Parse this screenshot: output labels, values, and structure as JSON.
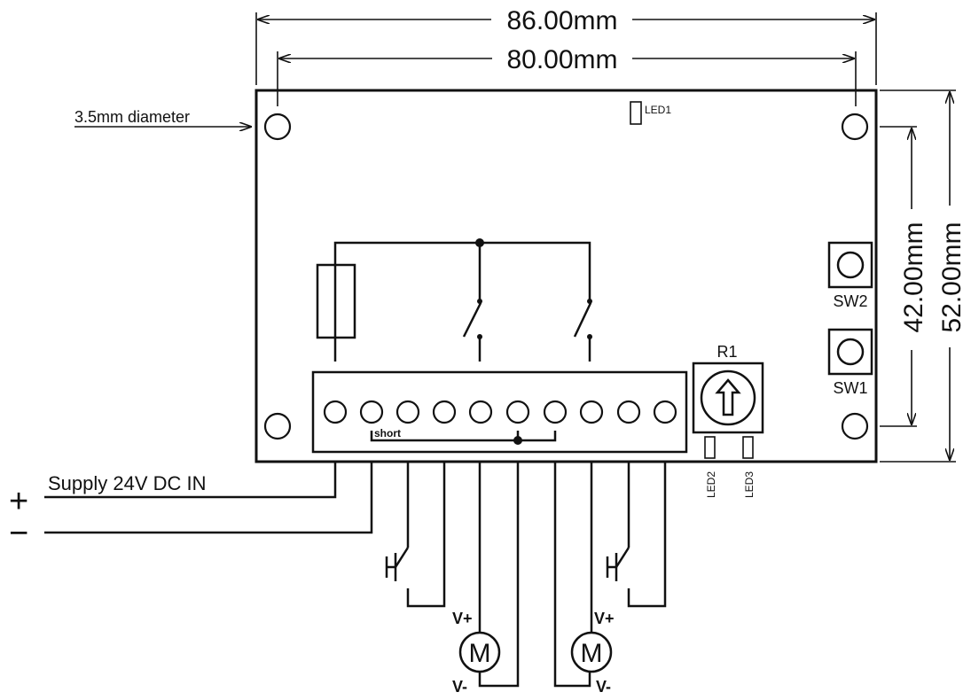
{
  "dimensions": {
    "outer_width": "86.00mm",
    "hole_spacing_width": "80.00mm",
    "hole_spacing_height": "42.00mm",
    "outer_height": "52.00mm"
  },
  "annotations": {
    "hole_diameter": "3.5mm diameter",
    "supply": "Supply 24V DC IN",
    "plus": "+",
    "minus": "−",
    "short": "short"
  },
  "components": {
    "led1": "LED1",
    "led2": "LED2",
    "led3": "LED3",
    "sw1": "SW1",
    "sw2": "SW2",
    "r1": "R1"
  },
  "motors": [
    {
      "symbol": "M",
      "vplus": "V+",
      "vminus": "V-"
    },
    {
      "symbol": "M",
      "vplus": "V+",
      "vminus": "V-"
    }
  ]
}
